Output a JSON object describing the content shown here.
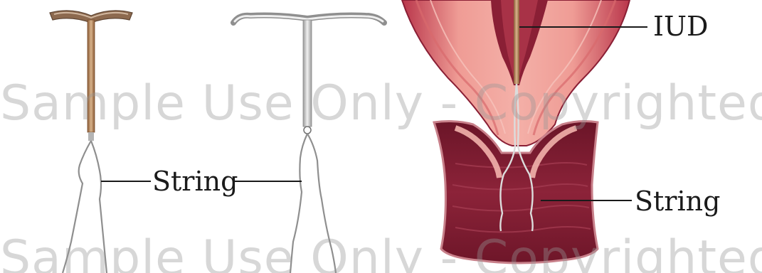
{
  "labels": {
    "string_left": "String",
    "iud": "IUD",
    "string_right": "String"
  },
  "watermark": {
    "text": "Sample Use Only - Copyrighted"
  },
  "colors": {
    "device_copper": "#c39a72",
    "device_silver": "#c8c8c8",
    "uterus_tissue": "#e98a86",
    "uterus_dark": "#8a1f35",
    "cervix": "#7d1b30",
    "string": "#9a9a9a",
    "leader_line": "#1a1a1a"
  },
  "icons": {
    "copper_iud": "copper-t-iud-illustration",
    "hormonal_iud": "hormonal-t-iud-illustration",
    "uterus": "uterus-cross-section-illustration"
  }
}
